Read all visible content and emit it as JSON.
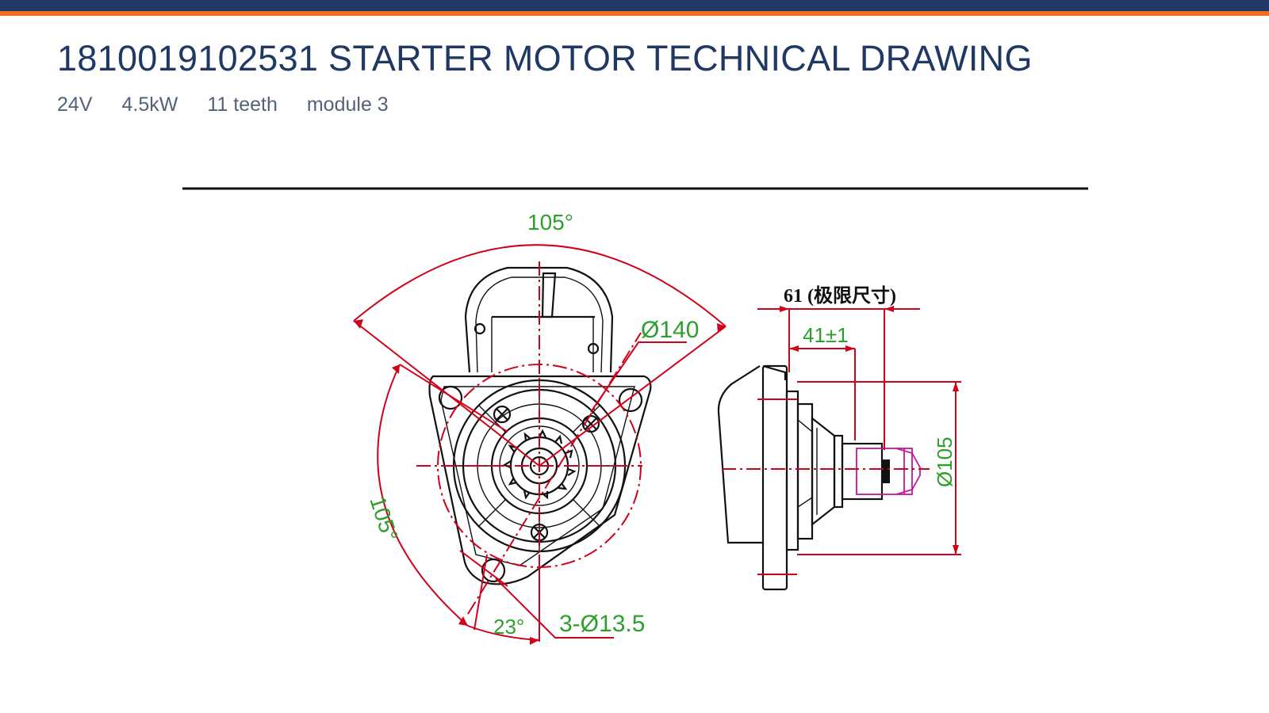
{
  "header": {
    "title": "1810019102531 STARTER MOTOR TECHNICAL DRAWING",
    "specs": [
      "24V",
      "4.5kW",
      "11 teeth",
      "module 3"
    ]
  },
  "colors": {
    "header_bar": "#1f3864",
    "header_accent": "#f26b1d",
    "dimension_lines": "#d0021b",
    "dimension_text": "#2e9e2e",
    "pinion_highlight": "#c2189a"
  },
  "drawing": {
    "front_view": {
      "angle_top": "105°",
      "angle_left": "105°",
      "angle_bottom": "23°",
      "diameter_flange": "Ø140",
      "holes": "3-Ø13.5"
    },
    "side_view": {
      "length_limit": "61 (极限尺寸)",
      "length_pinion": "41±1",
      "diameter_pilot": "Ø105"
    }
  }
}
